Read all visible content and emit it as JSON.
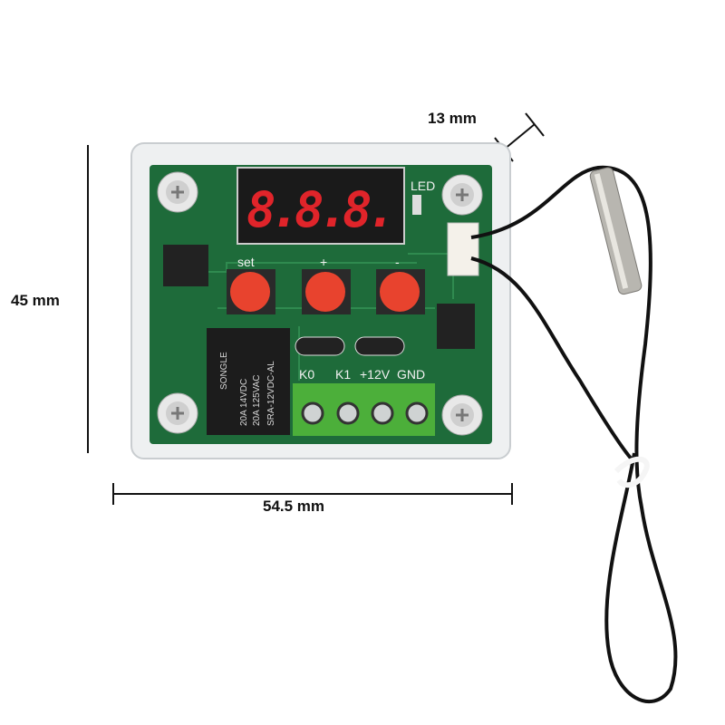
{
  "dimensions": {
    "height": "45 mm",
    "width": "54.5 mm",
    "depth": "13 mm"
  },
  "display": {
    "digits": "8.8.8.",
    "led_label": "LED",
    "color": "#e0242a"
  },
  "buttons": [
    {
      "label": "set"
    },
    {
      "label": "+"
    },
    {
      "label": "-"
    }
  ],
  "button_color": "#e8432e",
  "relay": {
    "brand": "SONGLE",
    "line1": "20A 14VDC",
    "line2": "20A 125VAC",
    "model": "SRA-12VDC-AL"
  },
  "terminals": [
    "K0",
    "K1",
    "+12V",
    "GND"
  ],
  "pcb_color": "#1e6b3a",
  "terminal_color": "#4caf3a"
}
